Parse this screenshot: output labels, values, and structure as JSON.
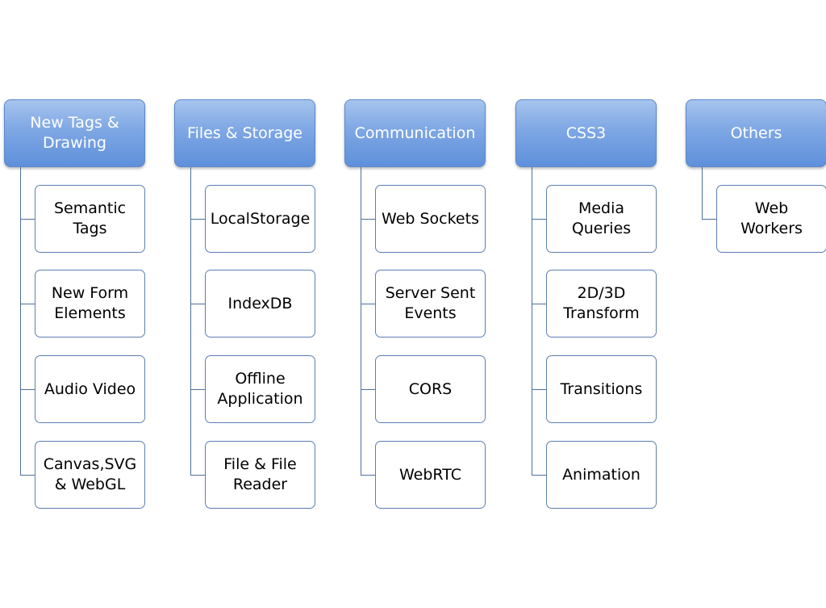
{
  "columns": [
    {
      "title": "New Tags &\nDrawing",
      "items": [
        "Semantic\nTags",
        "New Form\nElements",
        "Audio Video",
        "Canvas,SVG\n& WebGL"
      ]
    },
    {
      "title": "Files & Storage",
      "items": [
        "LocalStorage",
        "IndexDB",
        "Offline\nApplication",
        "File & File\nReader"
      ]
    },
    {
      "title": "Communication",
      "items": [
        "Web Sockets",
        "Server Sent\nEvents",
        "CORS",
        "WebRTC"
      ]
    },
    {
      "title": "CSS3",
      "items": [
        "Media\nQueries",
        "2D/3D\nTransform",
        "Transitions",
        "Animation"
      ]
    },
    {
      "title": "Others",
      "items": [
        "Web\nWorkers"
      ]
    }
  ]
}
